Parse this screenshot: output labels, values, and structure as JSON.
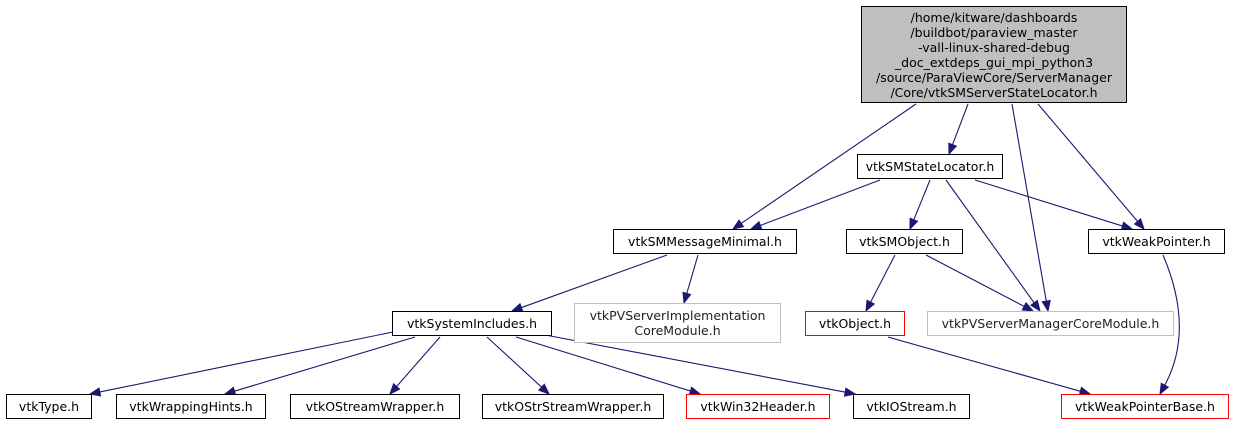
{
  "colors": {
    "edge": "#191970",
    "root_fill": "#bfbfbf",
    "missing_border": "#bfbfbf",
    "truncated_border": "#ff0000"
  },
  "nodes": {
    "root": {
      "lines": [
        "/home/kitware/dashboards",
        "/buildbot/paraview_master",
        "-vall-linux-shared-debug",
        "_doc_extdeps_gui_mpi_python3",
        "/source/ParaViewCore/ServerManager",
        "/Core/vtkSMServerStateLocator.h"
      ]
    },
    "state_locator": {
      "label": "vtkSMStateLocator.h"
    },
    "message_minimal": {
      "label": "vtkSMMessageMinimal.h"
    },
    "sm_object": {
      "label": "vtkSMObject.h"
    },
    "weak_pointer": {
      "label": "vtkWeakPointer.h"
    },
    "system_includes": {
      "label": "vtkSystemIncludes.h"
    },
    "pv_server_impl": {
      "lines": [
        "vtkPVServerImplementation",
        "CoreModule.h"
      ]
    },
    "vtk_object": {
      "label": "vtkObject.h"
    },
    "pv_server_manager": {
      "label": "vtkPVServerManagerCoreModule.h"
    },
    "vtk_type": {
      "label": "vtkType.h"
    },
    "wrapping_hints": {
      "label": "vtkWrappingHints.h"
    },
    "ostream_wrapper": {
      "label": "vtkOStreamWrapper.h"
    },
    "ostrstream_wrapper": {
      "label": "vtkOStrStreamWrapper.h"
    },
    "win32_header": {
      "label": "vtkWin32Header.h"
    },
    "iostream": {
      "label": "vtkIOStream.h"
    },
    "weak_pointer_base": {
      "label": "vtkWeakPointerBase.h"
    }
  }
}
